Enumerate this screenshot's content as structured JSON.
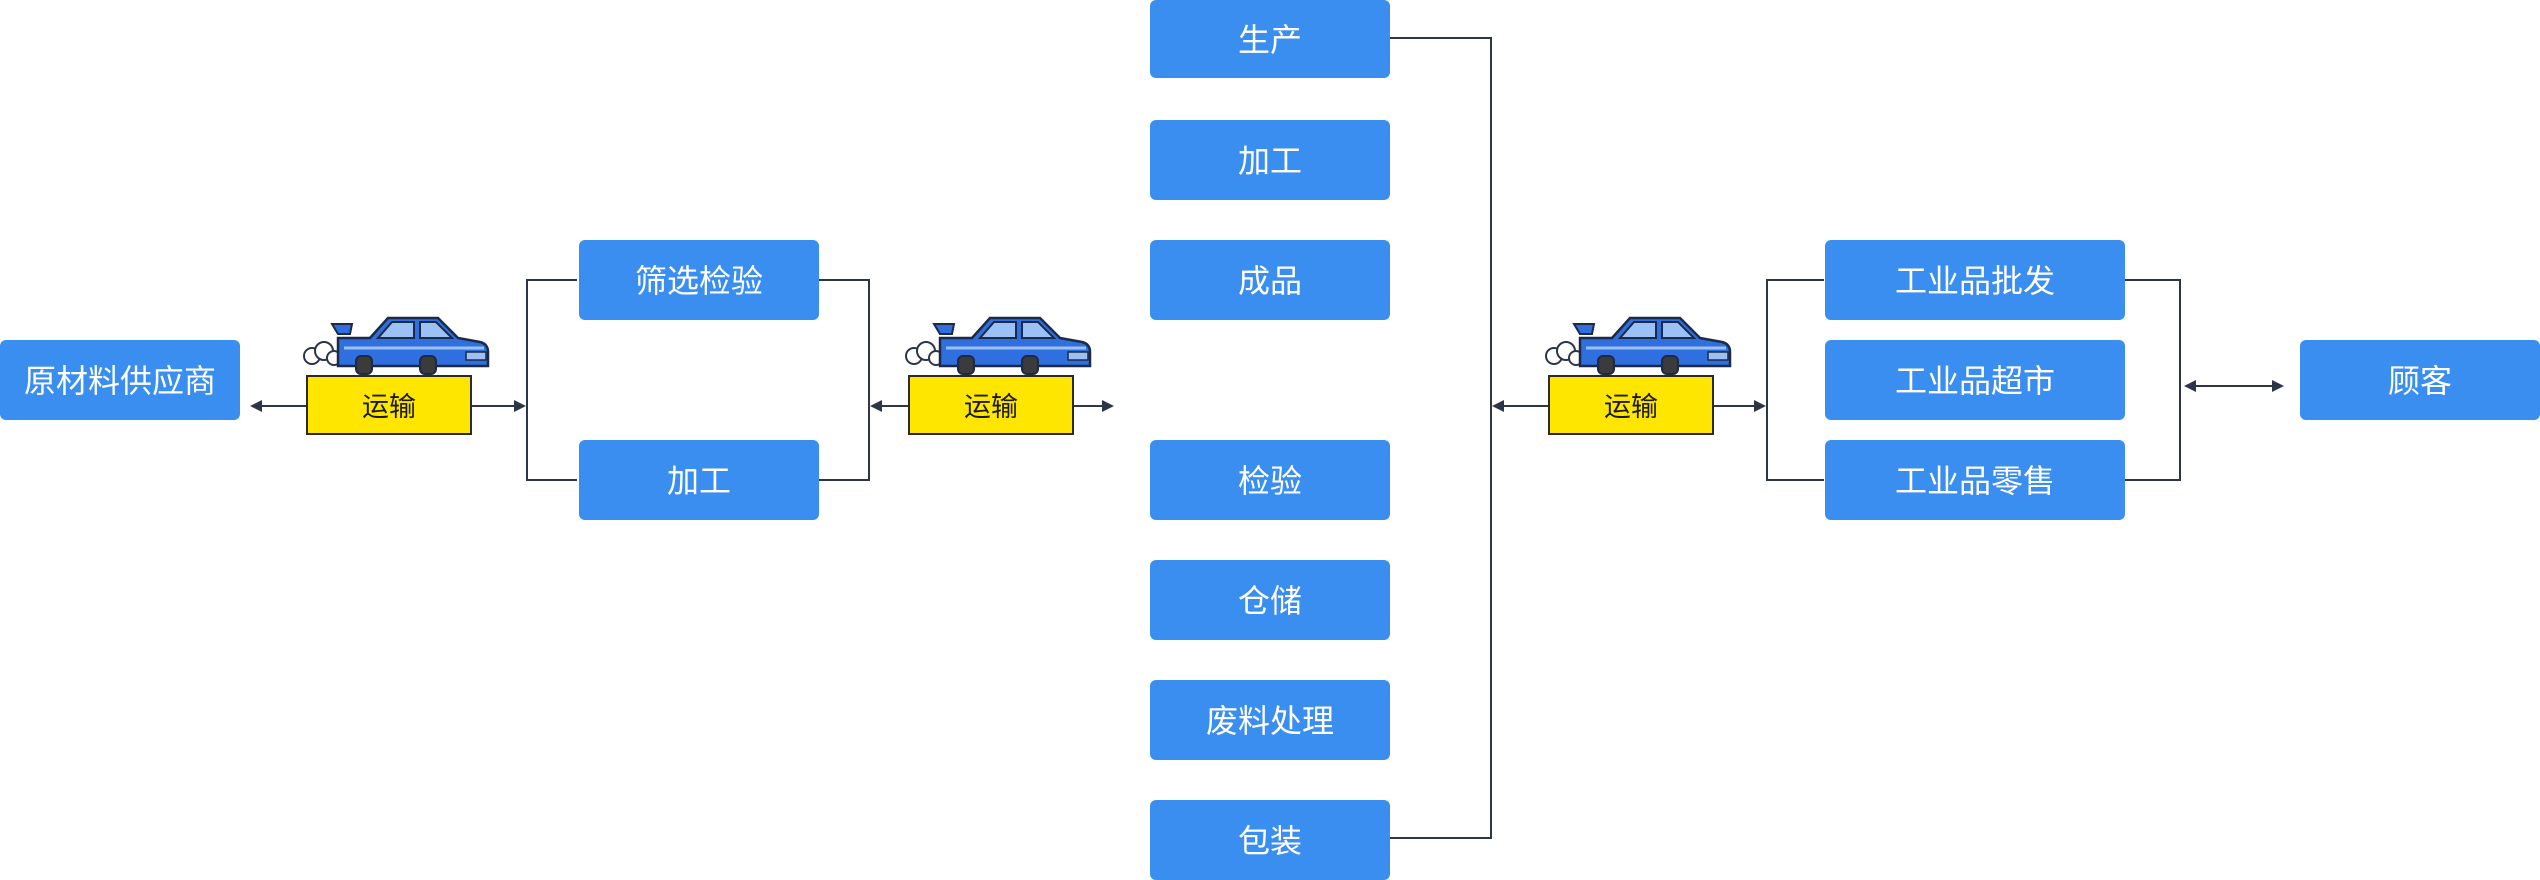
{
  "nodes": {
    "supplier": "原材料供应商",
    "screening": "筛选检验",
    "processing1": "加工",
    "production": "生产",
    "processing2": "加工",
    "finished": "成品",
    "inspection": "检验",
    "storage": "仓储",
    "waste": "废料处理",
    "packaging": "包装",
    "wholesale": "工业品批发",
    "supermarket": "工业品超市",
    "retail": "工业品零售",
    "customer": "顾客"
  },
  "transport": {
    "t1": "运输",
    "t2": "运输",
    "t3": "运输"
  },
  "icons": [
    "car-icon",
    "exhaust-icon",
    "arrowhead-icon"
  ],
  "colors": {
    "node_fill": "#3a8ef0",
    "node_text": "#ffffff",
    "label_fill": "#ffe600",
    "connector": "#2c3648",
    "car_body": "#2f6fe0",
    "car_roof": "#9cc2f5"
  }
}
